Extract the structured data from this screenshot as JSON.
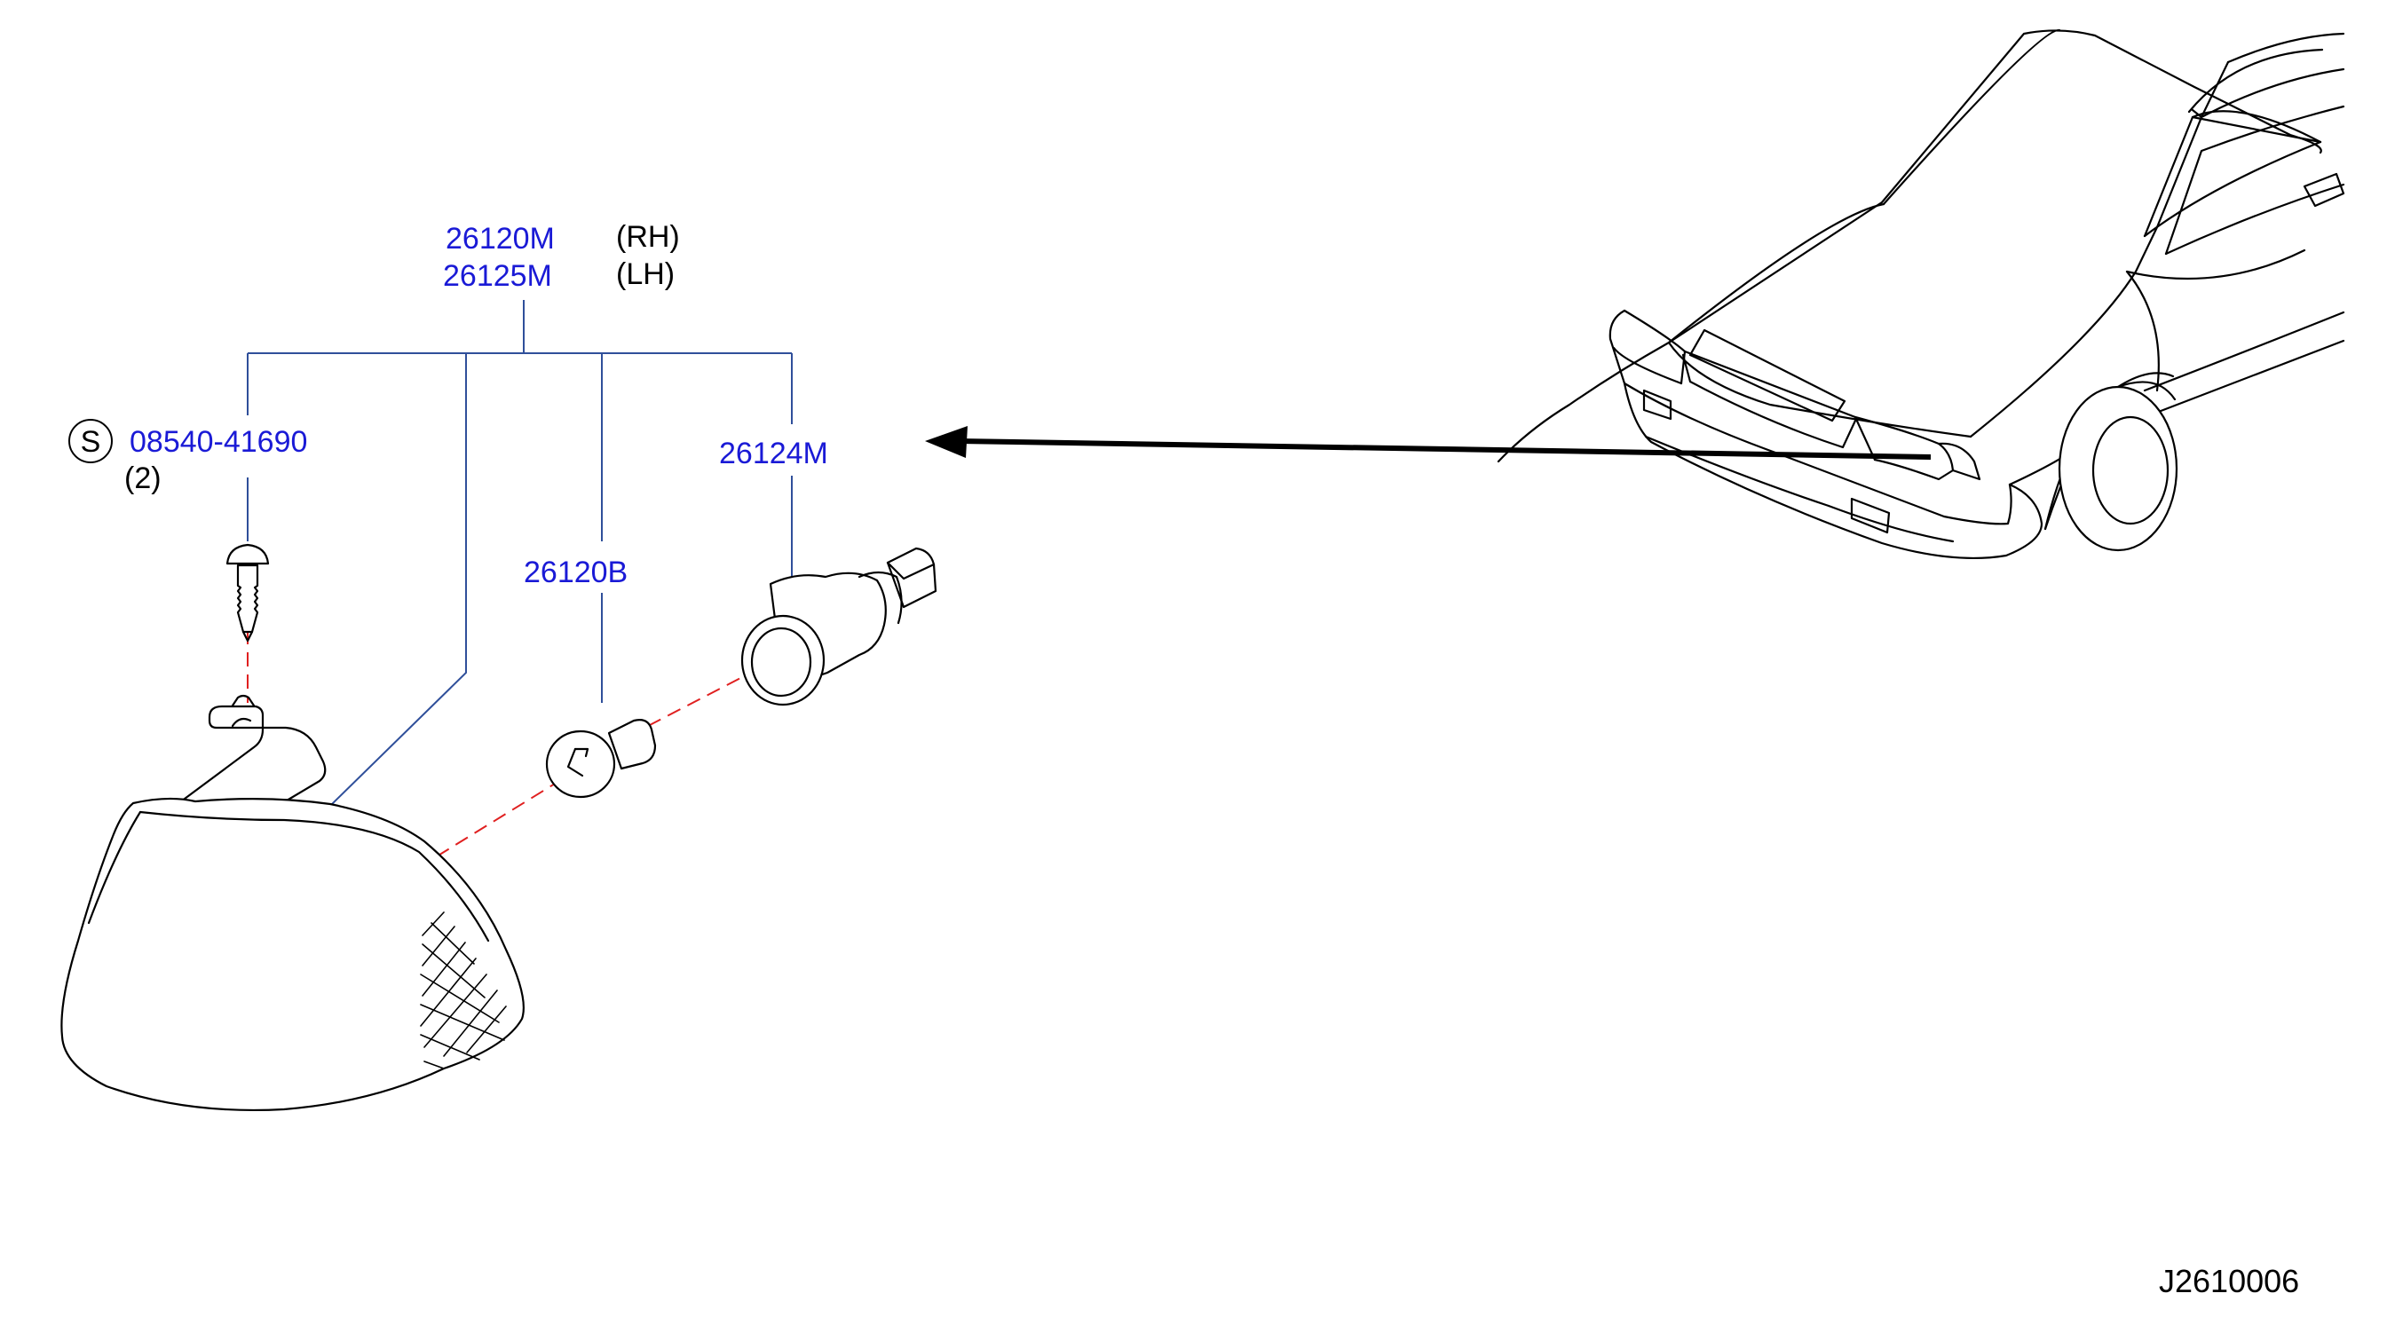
{
  "assembly": {
    "part_rh": "26120M",
    "side_rh": "(RH)",
    "part_lh": "26125M",
    "side_lh": "(LH)"
  },
  "screw": {
    "symbol": "S",
    "part": "08540-41690",
    "qty": "(2)"
  },
  "bulb": {
    "part": "26120B"
  },
  "socket": {
    "part": "26124M"
  },
  "diagram_code": "J2610006",
  "colors": {
    "part_number": "#1a1ad6",
    "leader_line": "#2f4f9a",
    "centerline": "#e02020",
    "drawing": "#000000"
  }
}
